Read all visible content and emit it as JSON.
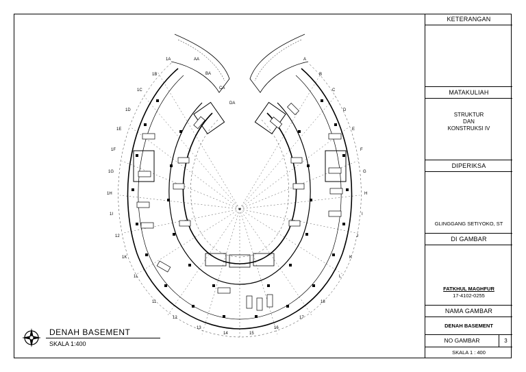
{
  "title_block": {
    "keterangan_label": "KETERANGAN",
    "matakuliah_label": "MATAKULIAH",
    "course_line1": "STRUKTUR",
    "course_line2": "DAN",
    "course_line3": "KONSTRUKSI IV",
    "diperiksa_label": "DIPERIKSA",
    "examiner": "GLINGGANG SETIYOKO, ST",
    "digambar_label": "DI GAMBAR",
    "drafter_name": "FATKHUL MAGHFUR",
    "drafter_id": "17-4102-0255",
    "nama_gambar_label": "NAMA GAMBAR",
    "drawing_name": "DENAH BASEMENT",
    "no_gambar_label": "NO GAMBAR",
    "no_gambar_value": "3",
    "scale": "SKALA 1 : 400"
  },
  "legend": {
    "title": "DENAH BASEMENT",
    "scale": "SKALA 1:400"
  },
  "grid_labels": {
    "left": [
      "1A",
      "1B",
      "1C",
      "1D",
      "1E",
      "1F",
      "1G",
      "1H",
      "1I",
      "12",
      "1K",
      "1L"
    ],
    "right": [
      "A",
      "B",
      "C",
      "D",
      "E",
      "F",
      "G",
      "H",
      "I",
      "J",
      "K",
      "L"
    ],
    "bottom": [
      "11",
      "12",
      "13",
      "14",
      "15",
      "16",
      "17",
      "18"
    ],
    "inner": [
      "AA",
      "BA",
      "CA",
      "DA"
    ]
  }
}
